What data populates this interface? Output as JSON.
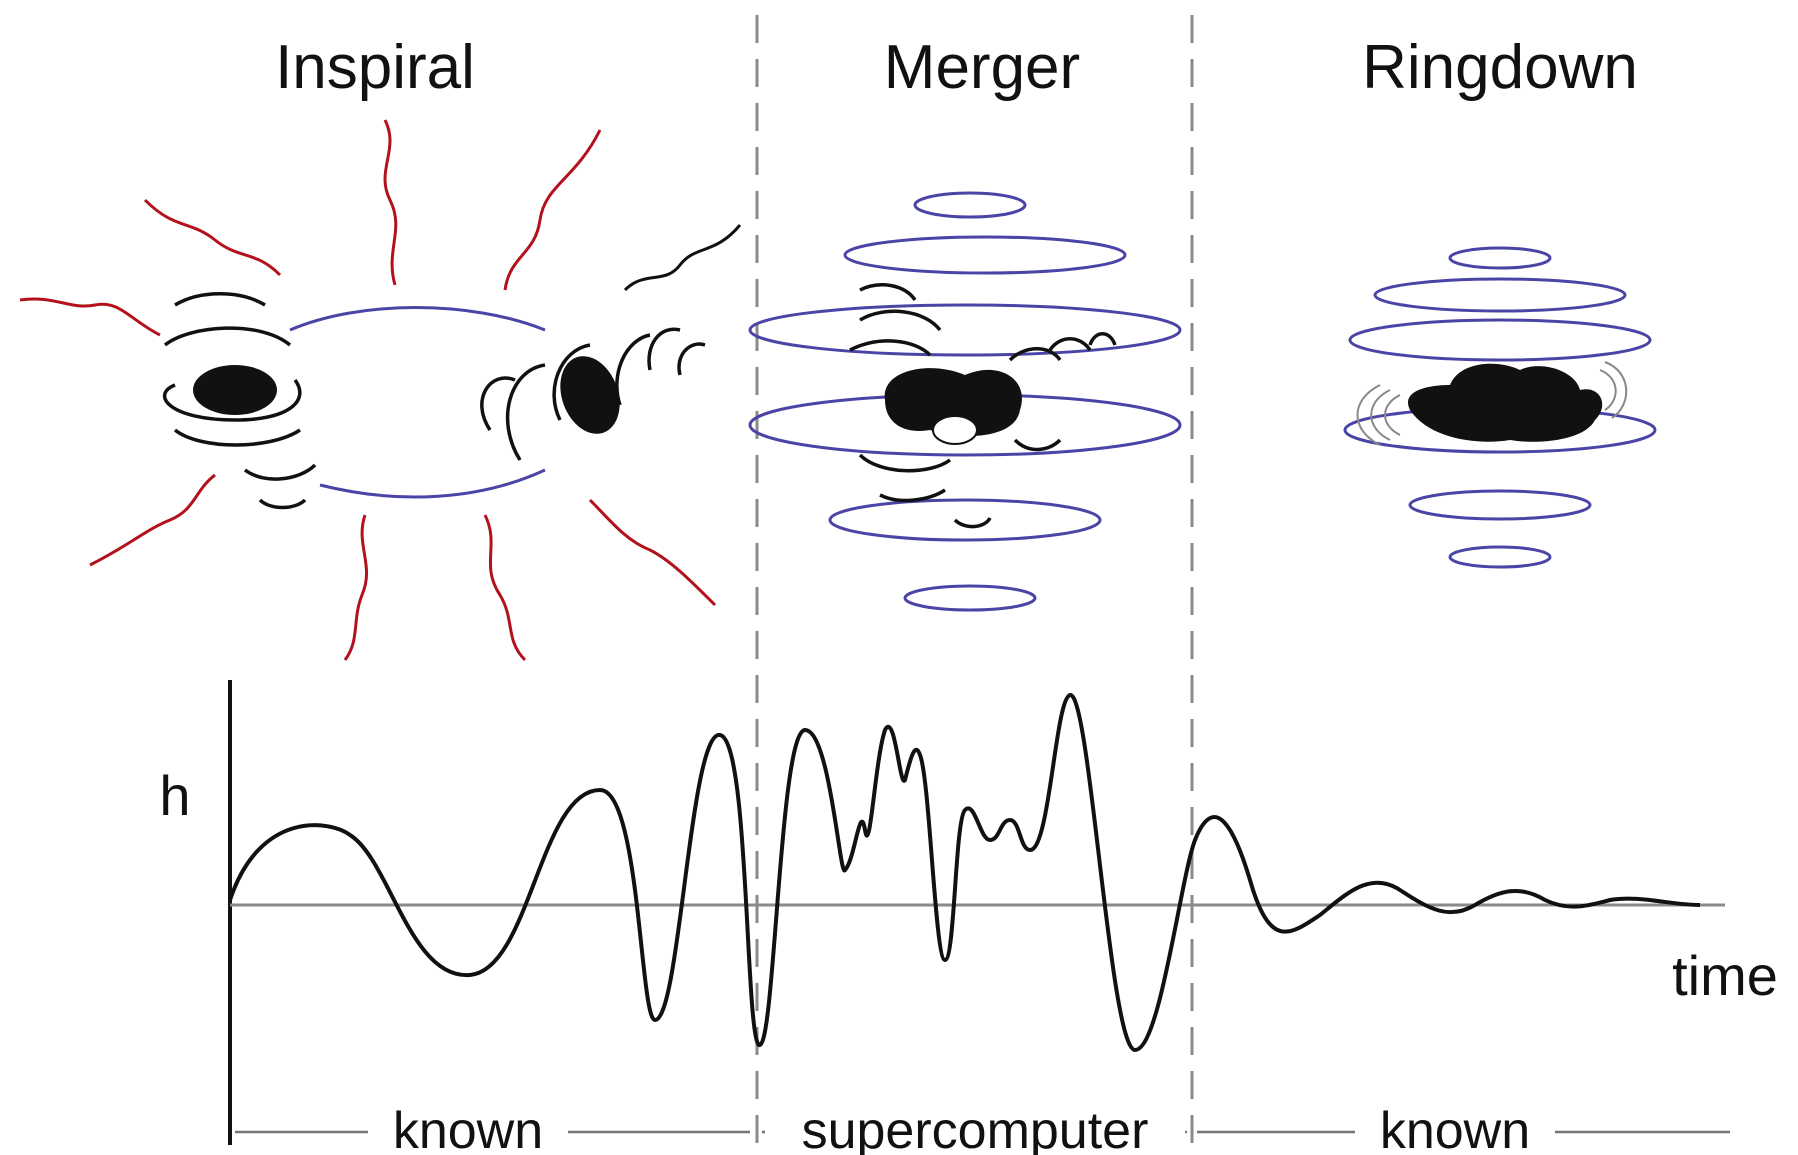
{
  "phases": [
    {
      "title": "Inspiral"
    },
    {
      "title": "Merger"
    },
    {
      "title": "Ringdown"
    }
  ],
  "axes": {
    "y_label": "h",
    "x_label": "time"
  },
  "regions": {
    "left": "known",
    "middle": "supercomputer",
    "right": "known"
  },
  "colors": {
    "radiation_arrow": "#b3121c",
    "field_loop": "#4a44a6",
    "ink": "#111111",
    "divider": "#8a8a8a"
  }
}
